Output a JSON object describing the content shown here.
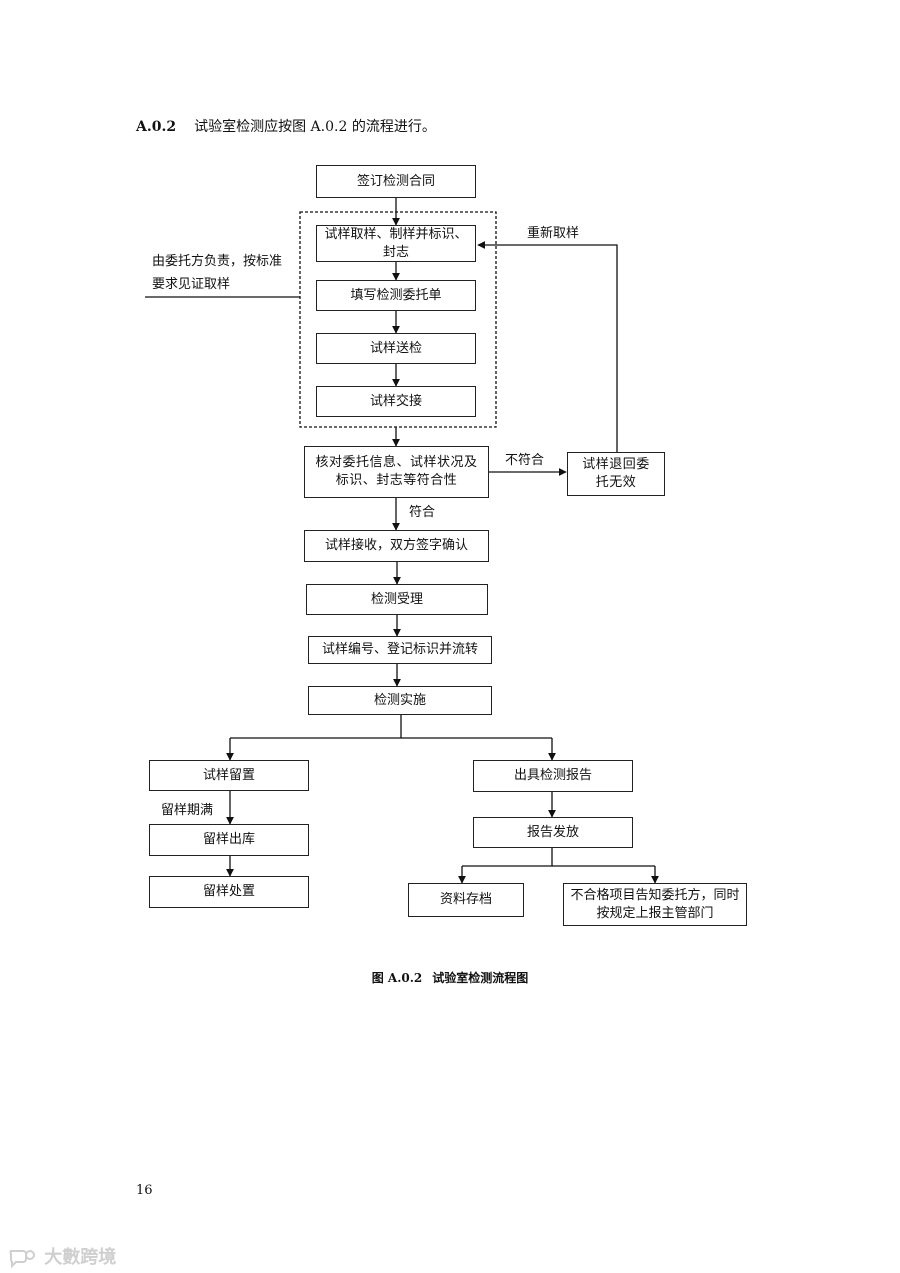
{
  "heading": {
    "number": "A.0.2",
    "text": "试验室检测应按图 A.0.2 的流程进行。"
  },
  "flow": {
    "sign_contract": "签订检测合同",
    "sampling": "试样取样、制样并标识、封志",
    "fill_form": "填写检测委托单",
    "send_sample": "试样送检",
    "hand_over": "试样交接",
    "verify": "核对委托信息、试样状况及标识、封志等符合性",
    "return_invalid": "试样退回委托无效",
    "receive_confirm": "试样接收，双方签字确认",
    "accept": "检测受理",
    "number_register": "试样编号、登记标识并流转",
    "perform": "检测实施",
    "retain": "试样留置",
    "retained_out": "留样出库",
    "retained_dispose": "留样处置",
    "issue_report": "出具检测报告",
    "report_release": "报告发放",
    "archive": "资料存档",
    "notify": "不合格项目告知委托方，同时按规定上报主管部门"
  },
  "labels": {
    "client_responsible": "由委托方负责，按标准要求见证取样",
    "resample": "重新取样",
    "nonconforming": "不符合",
    "conforming": "符合",
    "retention_expired": "留样期满"
  },
  "caption": {
    "prefix": "图 A.0.2",
    "title": "试验室检测流程图"
  },
  "page_number": "16",
  "watermark": {
    "text": "大數跨境",
    "icon": "chat-bubble-logo-icon"
  }
}
